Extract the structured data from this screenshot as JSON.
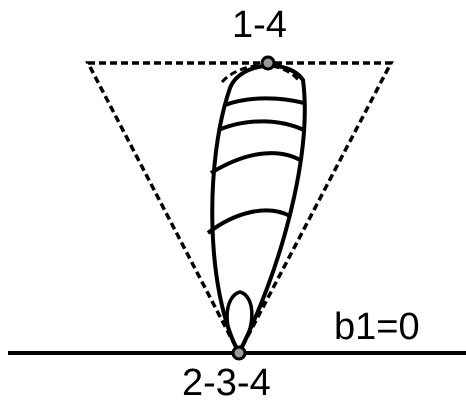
{
  "labels": {
    "top_point": "1-4",
    "bottom_point": "2-3-4",
    "baseline": "b1=0"
  },
  "colors": {
    "stroke": "#000000",
    "point_fill": "#999999",
    "background": "#ffffff"
  }
}
